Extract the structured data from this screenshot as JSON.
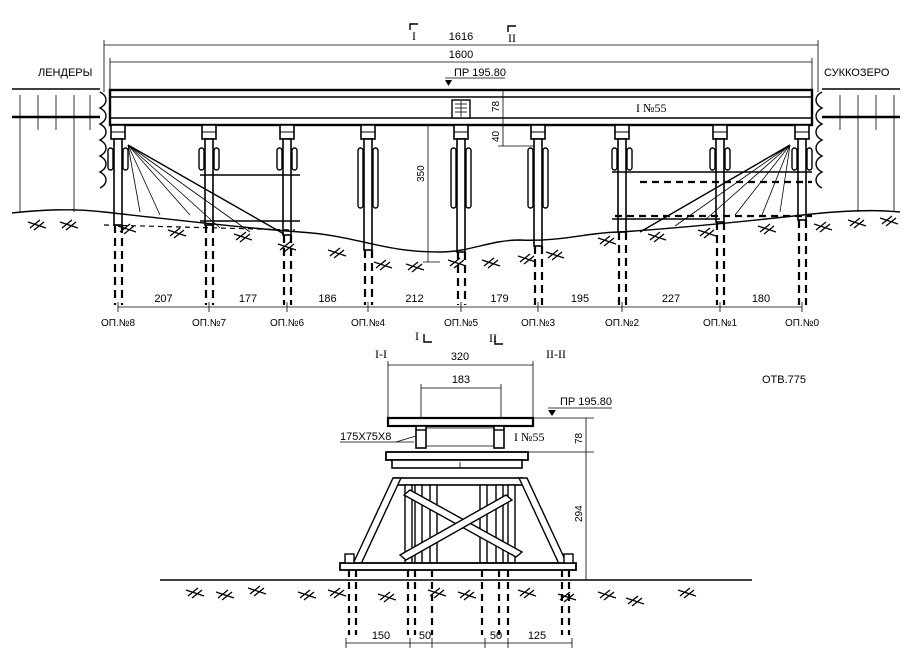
{
  "elevation": {
    "bank_left": "ЛЕНДЕРЫ",
    "bank_right": "СУККОЗЕРО",
    "overall_span": "1616",
    "girder_span": "1600",
    "rail_level": "ПР 195.80",
    "beam_label": "I №55",
    "deck_height": "78",
    "cap_height": "40",
    "pier_height": "350",
    "section_mark_1": "I",
    "section_mark_2": "II",
    "spans": [
      "207",
      "177",
      "186",
      "212",
      "179",
      "195",
      "227",
      "180"
    ],
    "piers": [
      "ОП.№8",
      "ОП.№7",
      "ОП.№6",
      "ОП.№4",
      "ОП.№5",
      "ОП.№3",
      "ОП.№2",
      "ОП.№1",
      "ОП.№0"
    ]
  },
  "cross_section": {
    "title_1": "I-I",
    "title_2": "II-II",
    "reference": "ОТВ.775",
    "width_outer": "320",
    "width_inner": "183",
    "rail_level": "ПР 195.80",
    "angle_label": "175X75X8",
    "beam_label": "I №55",
    "deck_height": "78",
    "frame_height": "294",
    "bottom_dims": [
      "150",
      "50",
      "50",
      "125"
    ]
  },
  "colors": {
    "ink": "#000000",
    "paper": "#ffffff"
  }
}
